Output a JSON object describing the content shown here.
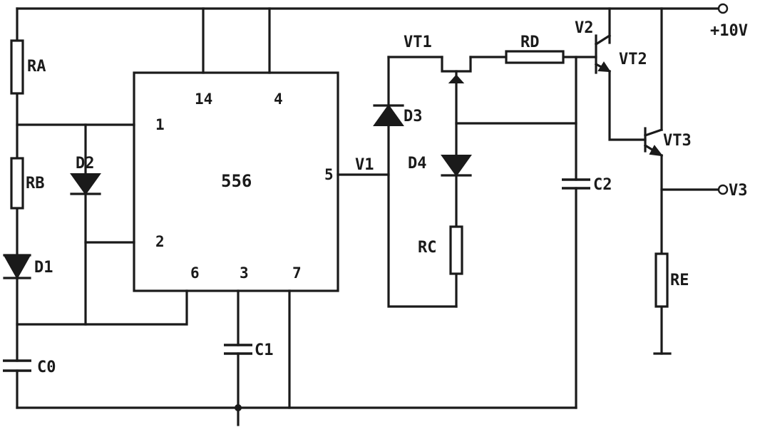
{
  "ic": {
    "name": "556",
    "pins": [
      "1",
      "2",
      "3",
      "4",
      "5",
      "6",
      "7",
      "14"
    ]
  },
  "components": {
    "resistors": [
      "RA",
      "RB",
      "RC",
      "RD",
      "RE"
    ],
    "diodes": [
      "D1",
      "D2",
      "D3",
      "D4"
    ],
    "capacitors": [
      "C0",
      "C1",
      "C2"
    ],
    "transistors": [
      "VT1",
      "VT2",
      "VT3"
    ]
  },
  "nodes": {
    "supply": "+10V",
    "v1": "V1",
    "v2": "V2",
    "v3": "V3"
  }
}
